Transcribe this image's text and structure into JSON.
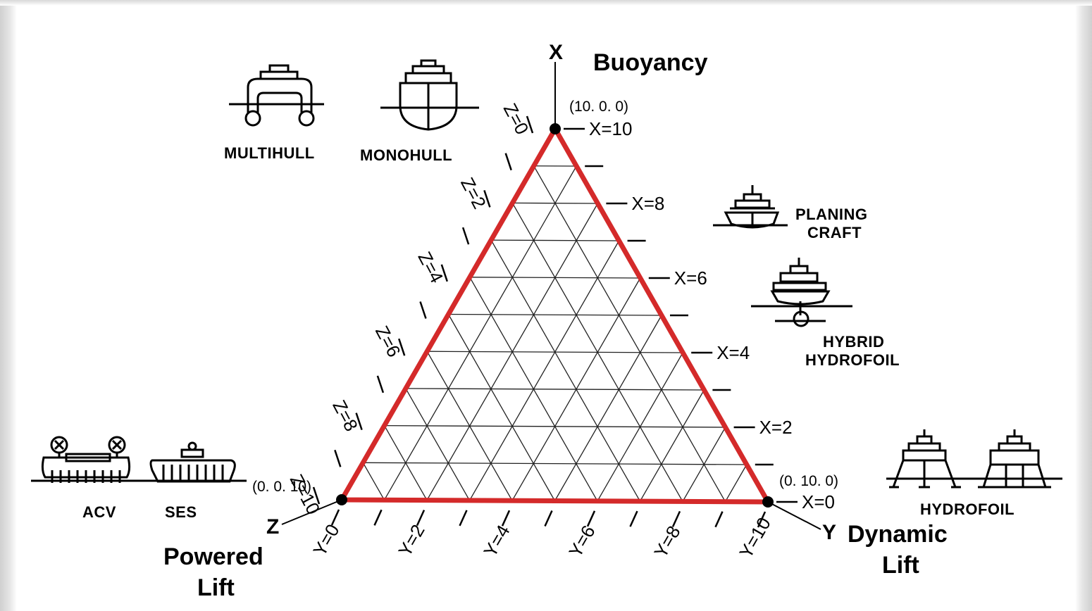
{
  "vertices": {
    "x_letter": "X",
    "y_letter": "Y",
    "z_letter": "Z",
    "top_title": "Buoyancy",
    "right_title_line1": "Dynamic",
    "right_title_line2": "Lift",
    "left_title_line1": "Powered",
    "left_title_line2": "Lift",
    "top_coord": "(10. 0. 0)",
    "right_coord": "(0. 10. 0)",
    "left_coord": "(0. 0. 10)"
  },
  "x_ticks": [
    "X=10",
    "X=8",
    "X=6",
    "X=4",
    "X=2",
    "X=0"
  ],
  "y_ticks": [
    "Y=0",
    "Y=2",
    "Y=4",
    "Y=6",
    "Y=8",
    "Y=10"
  ],
  "z_ticks": [
    "Z=0",
    "Z=2",
    "Z=4",
    "Z=6",
    "Z=8",
    "Z=10"
  ],
  "craft": {
    "multihull": "MULTIHULL",
    "monohull": "MONOHULL",
    "planing_line1": "PLANING",
    "planing_line2": "CRAFT",
    "hybrid_line1": "HYBRID",
    "hybrid_line2": "HYDROFOIL",
    "hydrofoil": "HYDROFOIL",
    "acv": "ACV",
    "ses": "SES"
  },
  "colors": {
    "triangle_border": "#d42a2a",
    "grid": "#222222",
    "ink": "#000000"
  },
  "grid_divisions": 10
}
